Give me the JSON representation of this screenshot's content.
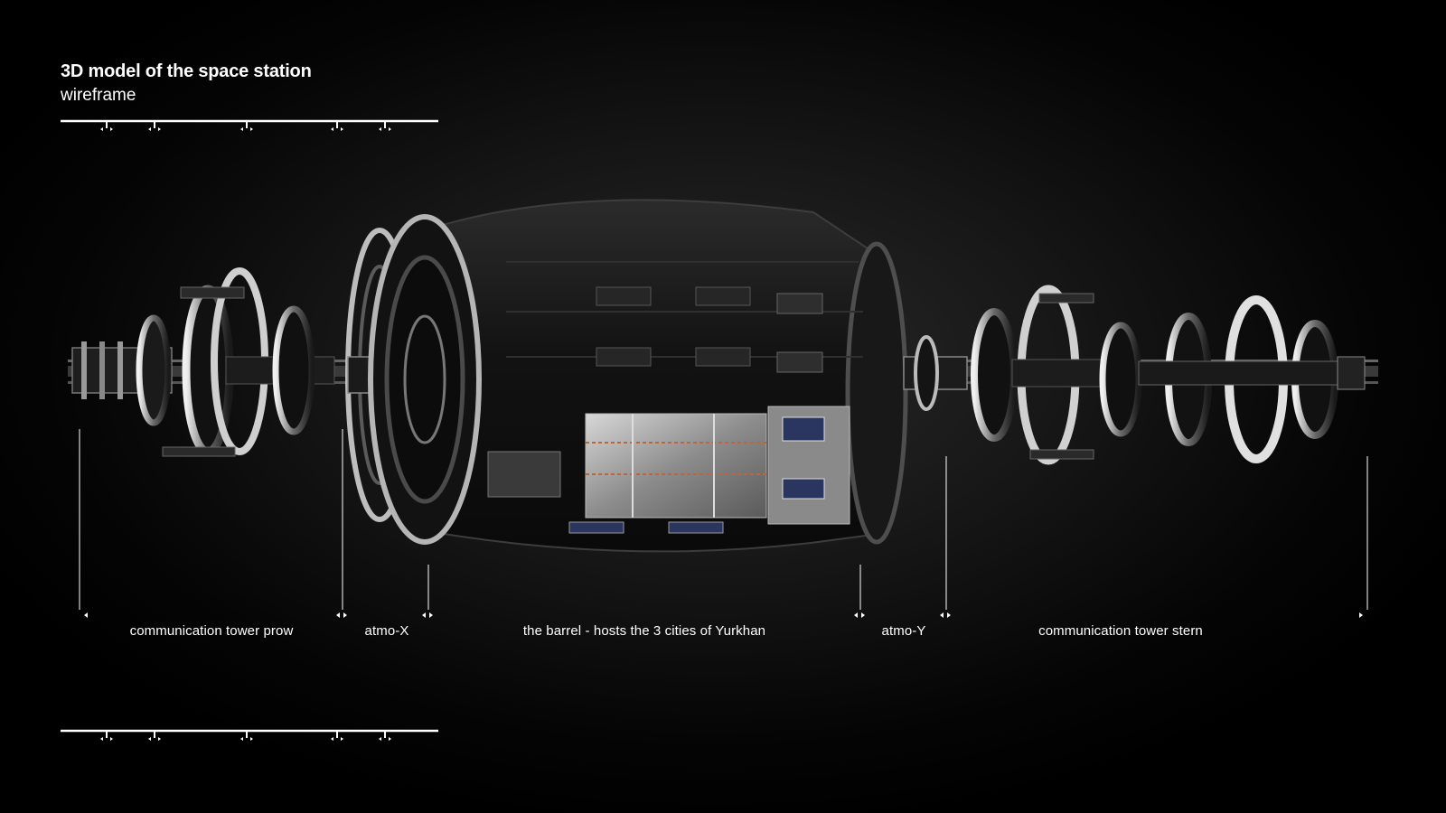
{
  "header": {
    "title": "3D model of the space station",
    "subtitle": "wireframe"
  },
  "segments": [
    {
      "label": "communication  tower prow"
    },
    {
      "label": "atmo-X"
    },
    {
      "label": "the barrel  - hosts the 3 cities of Yurkhan"
    },
    {
      "label": "atmo-Y"
    },
    {
      "label": "communication  tower stern"
    }
  ],
  "colors": {
    "background": "#000000",
    "text": "#ffffff",
    "hull": "#141414",
    "panel": "#9a9a9a",
    "accent_stripe": "#c0643c",
    "panel_blue": "#2a3560"
  }
}
